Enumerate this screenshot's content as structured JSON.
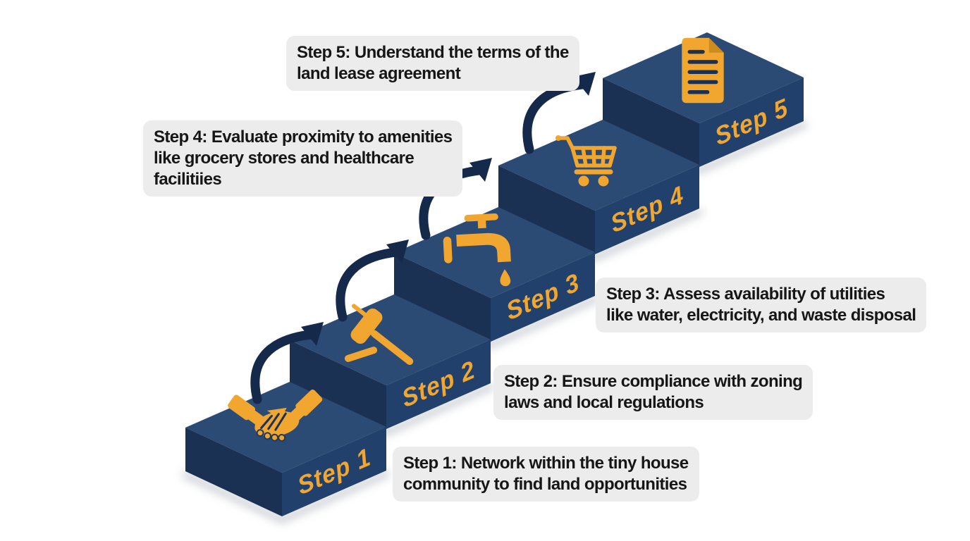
{
  "colors": {
    "bg": "#ffffff",
    "navy-top": "#2B4A74",
    "navy-left": "#1B3153",
    "navy-right": "#21406B",
    "navy-dark": "#152A4B",
    "gold": "#F0A62F",
    "gold-dark": "#CF8C1E",
    "line-navy": "#1B3153",
    "callout-bg": "#ECECEC",
    "callout-text": "#161616"
  },
  "diagram": {
    "type": "staircase-process",
    "step_count": 5
  },
  "steps": [
    {
      "name": "Step 1",
      "icon": "handshake-icon",
      "callout": {
        "line1": "Step 1: Network within the tiny house",
        "line2": "community to find land opportunities"
      }
    },
    {
      "name": "Step 2",
      "icon": "gavel-icon",
      "callout": {
        "line1": "Step 2: Ensure compliance with zoning",
        "line2": "laws and local regulations"
      }
    },
    {
      "name": "Step 3",
      "icon": "faucet-icon",
      "callout": {
        "line1": "Step 3: Assess availability of utilities",
        "line2": "like water, electricity, and waste disposal"
      }
    },
    {
      "name": "Step 4",
      "icon": "cart-icon",
      "callout": {
        "line1": "Step 4: Evaluate proximity to amenities",
        "line2": "like grocery stores and healthcare",
        "line3": "facilitiies"
      }
    },
    {
      "name": "Step 5",
      "icon": "document-icon",
      "callout": {
        "line1": "Step 5: Understand the terms of the",
        "line2": "land lease agreement"
      }
    }
  ]
}
